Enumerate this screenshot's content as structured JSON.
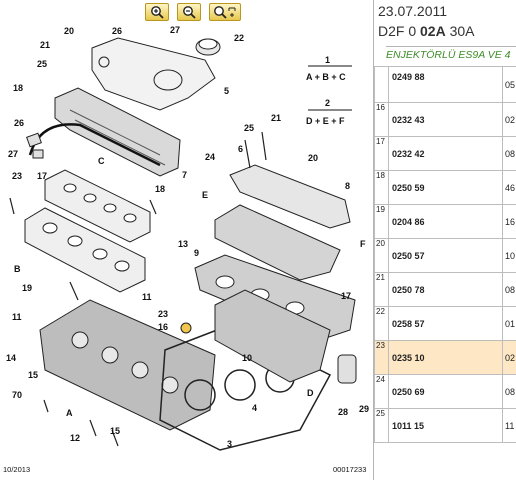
{
  "toolbar": {
    "zoom_in_icon": "zoom-in-icon",
    "zoom_out_icon": "zoom-out-icon",
    "zoom_fit_icon": "zoom-fit-icon"
  },
  "diagram": {
    "legend_1_number": "1",
    "legend_1_formula": "A + B + C",
    "legend_2_number": "2",
    "legend_2_formula": "D + E + F",
    "footer_left": "10/2013",
    "footer_right": "00017233",
    "callouts": [
      "20",
      "26",
      "27",
      "22",
      "21",
      "25",
      "18",
      "5",
      "26",
      "27",
      "24",
      "17",
      "6",
      "C",
      "7",
      "18",
      "23",
      "25",
      "21",
      "20",
      "8",
      "E",
      "13",
      "9",
      "F",
      "B",
      "19",
      "11",
      "23",
      "16",
      "17",
      "11",
      "14",
      "15",
      "70",
      "A",
      "12",
      "15",
      "10",
      "D",
      "4",
      "3",
      "28",
      "29"
    ],
    "highlight_callout": "23"
  },
  "header": {
    "date": "23.07.2011",
    "code_prefix": "D2F 0 ",
    "code_bold": "02A",
    "code_suffix": " 30A",
    "subtitle": "ENJEKTÖRLÜ ES9A VE 4"
  },
  "parts": [
    {
      "idx": "",
      "ref": "0249 88",
      "qty": "05"
    },
    {
      "idx": "16",
      "ref": "0232 43",
      "qty": "02"
    },
    {
      "idx": "17",
      "ref": "0232 42",
      "qty": "08"
    },
    {
      "idx": "18",
      "ref": "0250 59",
      "qty": "46"
    },
    {
      "idx": "19",
      "ref": "0204 86",
      "qty": "16"
    },
    {
      "idx": "20",
      "ref": "0250 57",
      "qty": "10"
    },
    {
      "idx": "21",
      "ref": "0250 78",
      "qty": "08"
    },
    {
      "idx": "22",
      "ref": "0258 57",
      "qty": "01"
    },
    {
      "idx": "23",
      "ref": "0235 10",
      "qty": "02"
    },
    {
      "idx": "24",
      "ref": "0250 69",
      "qty": "08"
    },
    {
      "idx": "25",
      "ref": "1011 15",
      "qty": "11"
    }
  ],
  "selected_row_idx": "23"
}
